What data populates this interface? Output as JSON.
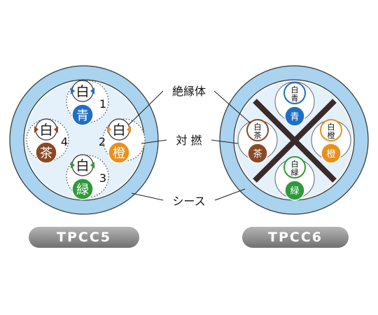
{
  "labels": {
    "insulator": "絶縁体",
    "twisted_pair": "対 撚",
    "sheath": "シース"
  },
  "cables": [
    {
      "name": "TPCC5",
      "pairs": [
        {
          "number": "1",
          "white": "白",
          "color_char": "青",
          "color": "#1f6fc4"
        },
        {
          "number": "2",
          "white": "白",
          "color_char": "橙",
          "color": "#e8901e"
        },
        {
          "number": "3",
          "white": "白",
          "color_char": "緑",
          "color": "#2f9a3a"
        },
        {
          "number": "4",
          "white": "白",
          "color_char": "茶",
          "color": "#8b4a25"
        }
      ]
    },
    {
      "name": "TPCC6",
      "pairs": [
        {
          "white_label": [
            "白",
            "青"
          ],
          "color_char": "青",
          "color": "#1f6fc4"
        },
        {
          "white_label": [
            "白",
            "橙"
          ],
          "color_char": "橙",
          "color": "#e8901e"
        },
        {
          "white_label": [
            "白",
            "緑"
          ],
          "color_char": "緑",
          "color": "#2f9a3a"
        },
        {
          "white_label": [
            "白",
            "茶"
          ],
          "color_char": "茶",
          "color": "#8b4a25"
        }
      ]
    }
  ],
  "colors": {
    "sheath": "#a9d3ee",
    "inner": "#ffffff",
    "outline": "#333333",
    "separator": "#3a2a2a"
  }
}
